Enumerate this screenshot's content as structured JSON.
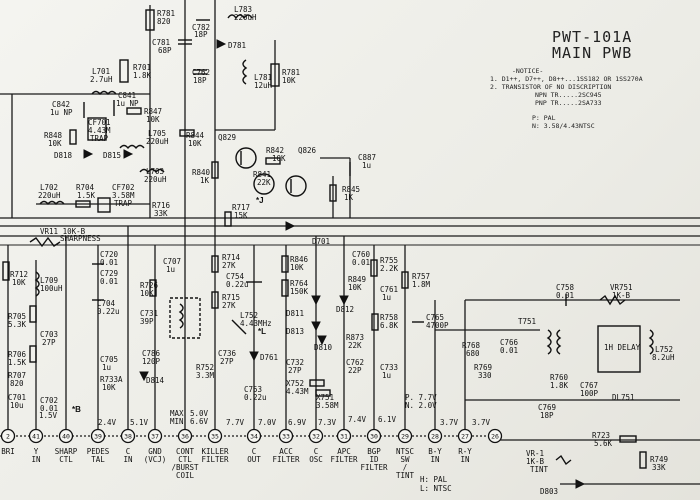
{
  "title": {
    "line1": "PWT-101A",
    "line2": "MAIN PWB"
  },
  "notice": {
    "heading": "-NOTICE-",
    "line1": "1. D1++, D7++, D8++...1SS182 OR 1SS270A",
    "line2": "2. TRANSISTOR OF NO DISCRIPTION",
    "line3": "NPN TR.....2SC945",
    "line4": "PNP TR.....2SA733"
  },
  "legend": {
    "p": "P: PAL",
    "n": "N: 3.58/4.43NTSC"
  },
  "bottom_legend": {
    "h": "H: PAL",
    "l": "L: NTSC"
  },
  "components": {
    "R781": "R781",
    "R781v": "820",
    "C781": "C781",
    "C781v": "68P",
    "C782": "C782",
    "C782v": "18P",
    "L783": "L783",
    "L783v": "220uH",
    "D781": "D781",
    "R701": "R701",
    "R701v": "1.8K",
    "C762": "C762",
    "C762v": "18P",
    "L781": "L781",
    "L781v": "12uH",
    "R781b": "R781",
    "R781bv": "10K",
    "L701": "L701",
    "L701v": "2.7uH",
    "C842": "C842",
    "C842v": "1u NP",
    "C841": "C841",
    "C841v": "1u NP",
    "CF701": "CF701",
    "CF701v": "4.43M",
    "CF701t": "TRAP",
    "R847": "R847",
    "R847v": "10K",
    "R848": "R848",
    "R848v": "10K",
    "L705": "L705",
    "L705v": "220uH",
    "R844": "R844",
    "R844v": "10K",
    "Q829": "Q829",
    "D818": "D818",
    "D815": "D815",
    "L703": "L703",
    "L703v": "220uH",
    "R840": "R840",
    "R840v": "1K",
    "R842": "R842",
    "R842v": "10K",
    "Q826": "Q826",
    "C887": "C887",
    "C887v": "1u",
    "R841": "R841",
    "R841v": "22K",
    "L702": "L702",
    "L702v": "220uH",
    "R704": "R704",
    "R704v": "1.5K",
    "CF702": "CF702",
    "CF702v": "3.58M",
    "CF702t": "TRAP",
    "R716": "R716",
    "R716v": "33K",
    "R717": "R717",
    "R717v": "15K",
    "R845": "R845",
    "R845v": "1K",
    "D701": "D701",
    "VR11": "VR11 10K-B",
    "sharpness": "SHARPNESS",
    "R712": "R712",
    "R712v": "10K",
    "L709": "L709",
    "L709v": "100uH",
    "C720": "C720",
    "C720v": "0.01",
    "C729": "C729",
    "C729v": "0.01",
    "C707": "C707",
    "C707v": "1u",
    "R714": "R714",
    "R714v": "27K",
    "C754": "C754",
    "C754v": "0.22u",
    "R846": "R846",
    "R846v": "10K",
    "C760": "C760",
    "C760v": "0.01",
    "R755": "R755",
    "R755v": "2.2K",
    "R757": "R757",
    "R757v": "1.8M",
    "C758": "C758",
    "C758v": "0.01",
    "VR751": "VR751",
    "VR751v": "1K-B",
    "C704": "C704",
    "C704v": "0.22u",
    "R726": "R726",
    "R726v": "10K",
    "R715": "R715",
    "R715v": "27K",
    "R764": "R764",
    "R764v": "150K",
    "R849": "R849",
    "R849v": "10K",
    "C761": "C761",
    "C761v": "1u",
    "R705": "R705",
    "R705v": "5.3K",
    "C731": "C731",
    "C731v": "39P",
    "D811": "D811",
    "D810": "D810",
    "D812": "D812",
    "D813": "D813",
    "R758": "R758",
    "R758v": "6.8K",
    "C765": "C765",
    "C765v": "4700P",
    "T751": "T751",
    "C703": "C703",
    "C703v": "27P",
    "L752": "L752",
    "L752v": "4.43MHz",
    "delay": "1H DELAY",
    "L752b": "L752",
    "L752bv": "8.2uH",
    "R706": "R706",
    "R706v": "1.5K",
    "C786": "C786",
    "C786v": "120P",
    "C736": "C736",
    "C736v": "27P",
    "D761": "D761",
    "R873": "R873",
    "R873v": "22K",
    "R768": "R768",
    "R768v": "680",
    "C766": "C766",
    "C766v": "0.01",
    "C705": "C705",
    "C705v": "1u",
    "C732": "C732",
    "C732v": "27P",
    "C762b": "C762",
    "C762bv": "22P",
    "C733": "C733",
    "C733v": "1u",
    "R769": "R769",
    "R769v": "330",
    "R760": "R760",
    "R760v": "1.8K",
    "R707": "R707",
    "R707v": "820",
    "R733A": "R733A",
    "R733Av": "10K",
    "D814": "D814",
    "R752": "R752",
    "R752v": "3.3M",
    "C753": "C753",
    "C753v": "0.22u",
    "X752": "X752",
    "X752v": "4.43M",
    "X751": "X751",
    "X751v": "3.58M",
    "C767": "C767",
    "C767v": "100P",
    "DL751": "DL751",
    "C701": "C701",
    "C701v": "10u",
    "C702": "C702",
    "C702v": "0.01",
    "C769": "C769",
    "C769v": "18P",
    "R723": "R723",
    "R723v": "5.6K",
    "VR1": "VR-1",
    "VR1v": "1K-B",
    "VR1t": "TINT",
    "R749": "R749",
    "R749v": "33K",
    "D803": "D803",
    "mark_B": "*B",
    "mark_L": "*L",
    "mark_J": "*J"
  },
  "voltages": {
    "v40": "1.5V",
    "v39": "2.4V",
    "v38": "5.1V",
    "max": "MAX",
    "v5": "5.0V",
    "min": "MIN",
    "v36": "6.6V",
    "v34": "7.7V",
    "v33": "7.0V",
    "v32": "6.9V",
    "v31": "7.3V",
    "v30": "7.4V",
    "v29": "6.1V",
    "pv": "P. 7.7V",
    "nv": "N. 2.0V",
    "v27": "3.7V",
    "v26": "3.7V"
  },
  "pins": [
    {
      "num": "2",
      "label": "BRI"
    },
    {
      "num": "41",
      "label": "Y IN"
    },
    {
      "num": "40",
      "label": "SHARP CTL"
    },
    {
      "num": "39",
      "label": "PEDES TAL"
    },
    {
      "num": "38",
      "label": "C IN"
    },
    {
      "num": "37",
      "label": "GND (VCJ)"
    },
    {
      "num": "36",
      "label": "CONT CTL /BURST COIL"
    },
    {
      "num": "35",
      "label": "KILLER FILTER"
    },
    {
      "num": "34",
      "label": "C OUT"
    },
    {
      "num": "33",
      "label": "ACC FILTER"
    },
    {
      "num": "32",
      "label": "C OSC"
    },
    {
      "num": "31",
      "label": "APC FILTER"
    },
    {
      "num": "30",
      "label": "BGP ID FILTER"
    },
    {
      "num": "29",
      "label": "NTSC SW / TINT"
    },
    {
      "num": "28",
      "label": "B-Y IN"
    },
    {
      "num": "27",
      "label": "R-Y IN"
    },
    {
      "num": "26",
      "label": ""
    }
  ]
}
